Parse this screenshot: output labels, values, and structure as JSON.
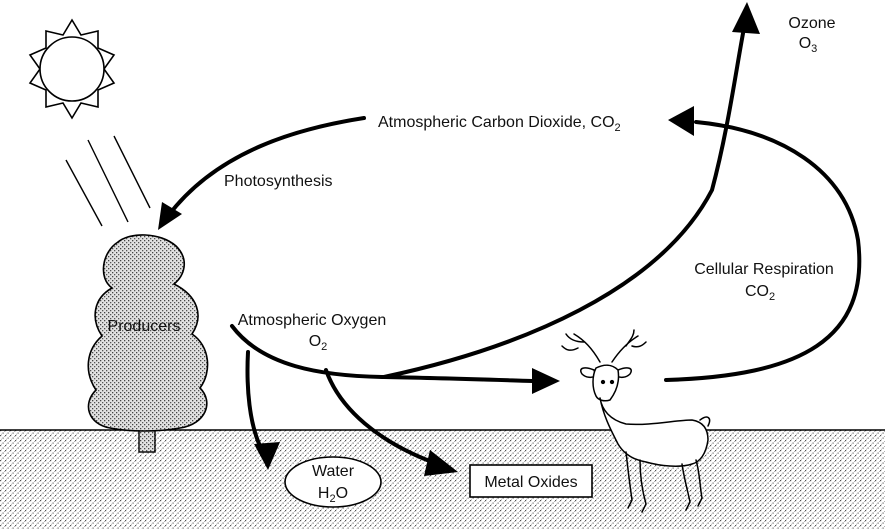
{
  "labels": {
    "co2_atmos": "Atmospheric Carbon Dioxide, CO",
    "co2_atmos_sub": "2",
    "photosynthesis": "Photosynthesis",
    "ozone": "Ozone",
    "ozone_formula": "O",
    "ozone_formula_sub": "3",
    "respiration": "Cellular Respiration",
    "respiration_formula": "CO",
    "respiration_formula_sub": "2",
    "producers": "Producers",
    "oxygen": "Atmospheric Oxygen",
    "oxygen_formula": "O",
    "oxygen_formula_sub": "2",
    "water": "Water",
    "water_formula_a": "H",
    "water_formula_sub": "2",
    "water_formula_b": "O",
    "metal_oxides": "Metal Oxides"
  },
  "icons": {
    "sun": "sun-icon",
    "tree": "tree-icon",
    "deer": "deer-icon"
  },
  "colors": {
    "ink": "#000000",
    "ground": "#c8c8c8",
    "tree_fill": "#cfcfcf"
  }
}
